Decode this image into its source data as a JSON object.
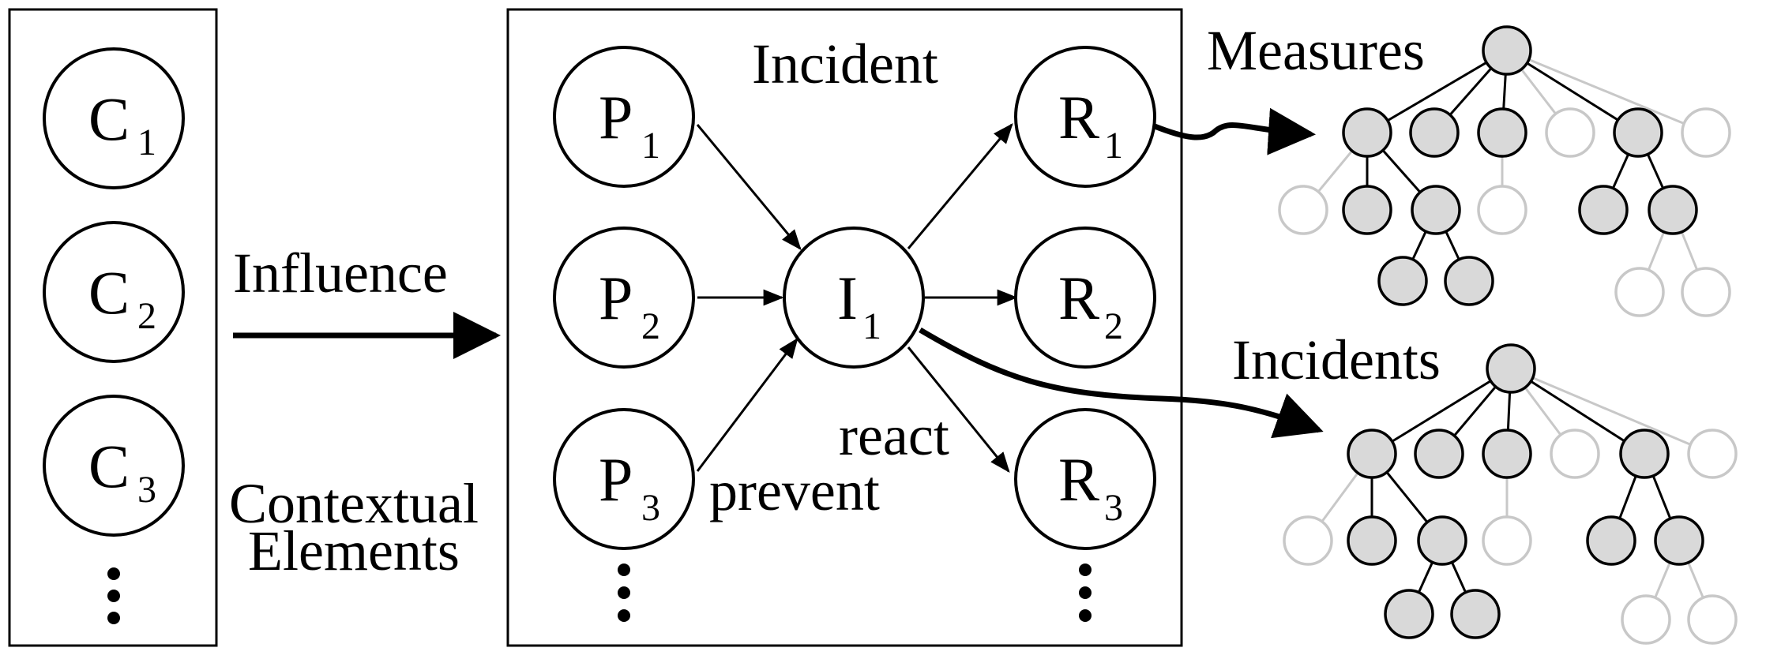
{
  "labels": {
    "influence": "Influence",
    "contextual_line1": "Contextual",
    "contextual_line2": "Elements",
    "incident": "Incident",
    "react": "react",
    "prevent": "prevent",
    "measures": "Measures",
    "incidents": "Incidents"
  },
  "nodes": {
    "c1": {
      "letter": "C",
      "sub": "1"
    },
    "c2": {
      "letter": "C",
      "sub": "2"
    },
    "c3": {
      "letter": "C",
      "sub": "3"
    },
    "p1": {
      "letter": "P",
      "sub": "1"
    },
    "p2": {
      "letter": "P",
      "sub": "2"
    },
    "p3": {
      "letter": "P",
      "sub": "3"
    },
    "i1": {
      "letter": "I",
      "sub": "1"
    },
    "r1": {
      "letter": "R",
      "sub": "1"
    },
    "r2": {
      "letter": "R",
      "sub": "2"
    },
    "r3": {
      "letter": "R",
      "sub": "3"
    }
  },
  "colors": {
    "stroke": "#000000",
    "filled_node": "#d9d9d9",
    "faded": "#c8c8c8"
  }
}
